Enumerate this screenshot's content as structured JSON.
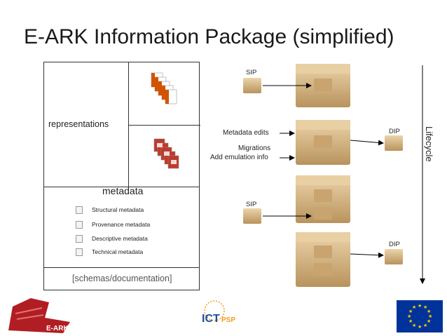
{
  "title": "E-ARK Information Package (simplified)",
  "package": {
    "representations_label": "representations",
    "metadata_label": "metadata",
    "metadata_items": [
      "Structural metadata",
      "Provenance metadata",
      "Descriptive metadata",
      "Technical metadata"
    ],
    "schemas_label": "[schemas/documentation]"
  },
  "lifecycle": {
    "sip_top": "SIP",
    "metadata_edits": "Metadata edits",
    "migrations": "Migrations",
    "add_emulation": "Add emulation info",
    "dip_mid": "DIP",
    "sip_bottom": "SIP",
    "dip_bottom": "DIP",
    "lifecycle_label": "Lifecycle"
  },
  "logos": {
    "earark": "E-ARK",
    "ict": "ICT",
    "psp": "PSP"
  },
  "colors": {
    "box_light": "#e3c69a",
    "box_dark": "#b8935d",
    "doc_red": "#c0392b",
    "eu_blue": "#003399",
    "eu_yellow": "#ffcc00",
    "earark_red": "#b01e23"
  }
}
